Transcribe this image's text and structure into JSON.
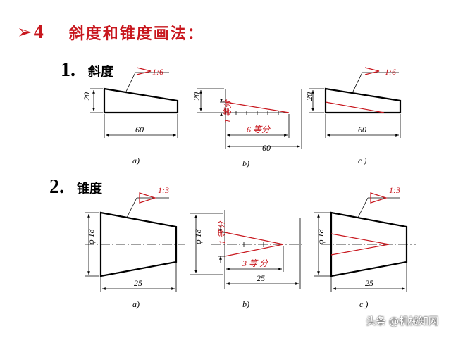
{
  "header": {
    "bullet": "➢",
    "number": "4",
    "title": "斜度和锥度画法："
  },
  "slope": {
    "index": "1.",
    "label": "斜度",
    "ratio": "1:6",
    "height": "20",
    "length": "60",
    "divisions_vertical": "1 等分",
    "divisions_horizontal": "6 等分",
    "sub_a": "a)",
    "sub_b": "b)",
    "sub_c": "c )"
  },
  "taper": {
    "index": "2.",
    "label": "锥度",
    "ratio": "1:3",
    "diameter": "φ 18",
    "length": "25",
    "divisions_vertical": "1 等分",
    "divisions_horizontal": "3 等 分",
    "sub_a": "a)",
    "sub_b": "b)",
    "sub_c": "c )"
  },
  "watermark": "头条 @机械知网",
  "colors": {
    "accent": "#c8171e",
    "line": "#000000"
  }
}
